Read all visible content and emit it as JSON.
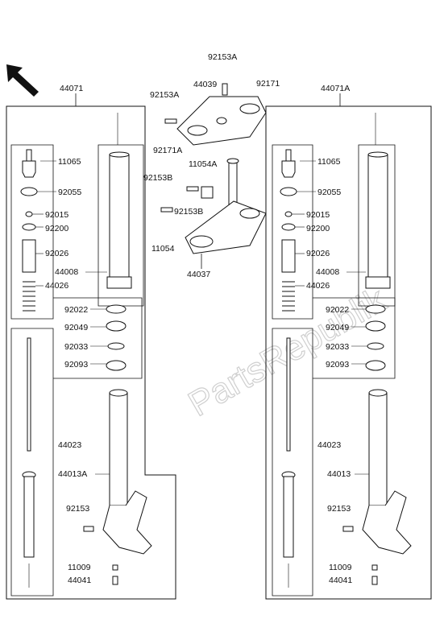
{
  "watermark": "PartsRepublik",
  "left_leg": {
    "assembly": "44071",
    "parts": [
      "11065",
      "92055",
      "92015",
      "92200",
      "92026",
      "44008",
      "44026",
      "92022",
      "92049",
      "92033",
      "92093",
      "44023",
      "44013A",
      "92153",
      "11009",
      "44041"
    ]
  },
  "right_leg": {
    "assembly": "44071A",
    "parts": [
      "11065",
      "92055",
      "92015",
      "92200",
      "92026",
      "44008",
      "44026",
      "92022",
      "92049",
      "92033",
      "92093",
      "44023",
      "44013",
      "92153",
      "11009",
      "44041"
    ]
  },
  "clamps": {
    "upper": [
      "92153A",
      "44039",
      "92171",
      "92153A",
      "92171A"
    ],
    "lower": [
      "11054A",
      "92153B",
      "92153B",
      "11054",
      "44037"
    ]
  }
}
